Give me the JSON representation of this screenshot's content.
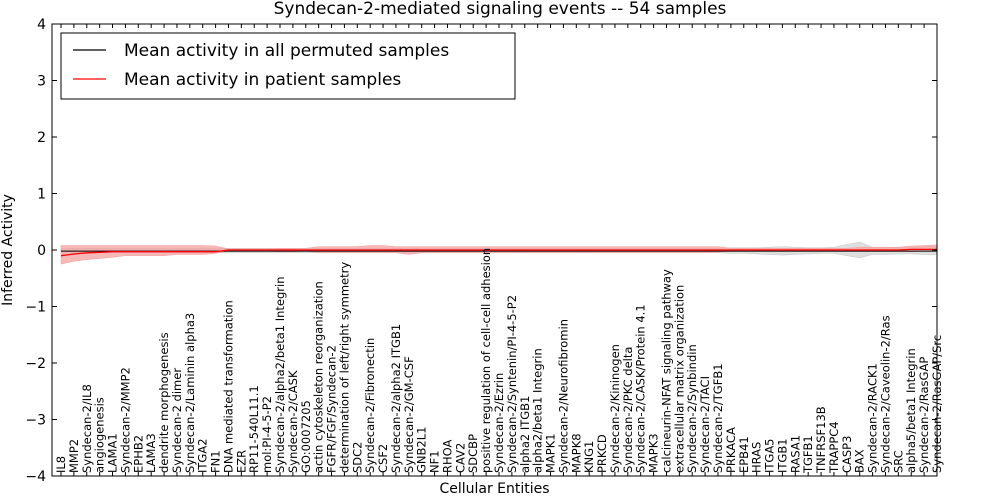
{
  "chart_data": {
    "type": "line",
    "title": "Syndecan-2-mediated signaling events -- 54 samples",
    "xlabel": "Cellular Entities",
    "ylabel": "Inferred Activity",
    "ylim": [
      -4,
      4
    ],
    "yticks": [
      -4,
      -3,
      -2,
      -1,
      0,
      1,
      2,
      3,
      4
    ],
    "grid": false,
    "legend_position": "top-left",
    "categories": [
      "IL8",
      "MMP2",
      "Syndecan-2/IL8",
      "angiogenesis",
      "LAMA1",
      "Syndecan-2/MMP2",
      "EPHB2",
      "LAMA3",
      "dendrite morphogenesis",
      "Syndecan-2 dimer",
      "Syndecan-2/Laminin alpha3",
      "ITGA2",
      "FN1",
      "DNA mediated transformation",
      "EZR",
      "RP11-540L11.1",
      "mol:PI-4-5-P2",
      "Syndecan-2/alpha2/beta1 Integrin",
      "Syndecan-2/CASK",
      "GO:0007205",
      "actin cytoskeleton reorganization",
      "FGFR/FGF/Syndecan-2",
      "determination of left/right symmetry",
      "SDC2",
      "Syndecan-2/Fibronectin",
      "CSF2",
      "Syndecan-2/alpha2 ITGB1",
      "Syndecan-2/GM-CSF",
      "GNB2L1",
      "NF1",
      "RHOA",
      "CAV2",
      "SDCBP",
      "positive regulation of cell-cell adhesion",
      "Syndecan-2/Ezrin",
      "Syndecan-2/Syntenin/PI-4-5-P2",
      "alpha2 ITGB1",
      "alpha2/beta1 Integrin",
      "MAPK1",
      "Syndecan-2/Neurofibromin",
      "MAPK8",
      "KNG1",
      "PRKCD",
      "Syndecan-2/Kininogen",
      "Syndecan-2/PKC delta",
      "Syndecan-2/CASK/Protein 4.1",
      "MAPK3",
      "calcineurin-NFAT signaling pathway",
      "extracellular matrix organization",
      "Syndecan-2/Synbindin",
      "Syndecan-2/TACI",
      "Syndecan-2/TGFB1",
      "PRKACA",
      "EPB41",
      "HRAS",
      "ITGA5",
      "ITGB1",
      "RASA1",
      "TGFB1",
      "TNFRSF13B",
      "TRAPPC4",
      "CASP3",
      "BAX",
      "Syndecan-2/RACK1",
      "Syndecan-2/Caveolin-2/Ras",
      "SRC",
      "alpha5/beta1 Integrin",
      "Syndecan-2/RasGAP",
      "Syndecan-2/RasGAP/Src"
    ],
    "series": [
      {
        "name": "Mean activity in all permuted samples",
        "color": "#000000",
        "band_color": "#c8c8c8",
        "values": [
          -0.02,
          -0.02,
          -0.02,
          -0.02,
          -0.02,
          -0.02,
          -0.02,
          -0.02,
          -0.02,
          -0.02,
          -0.02,
          -0.02,
          -0.02,
          -0.02,
          -0.02,
          -0.02,
          -0.02,
          -0.02,
          -0.02,
          -0.02,
          -0.02,
          -0.02,
          -0.02,
          -0.02,
          -0.02,
          -0.02,
          -0.02,
          -0.02,
          -0.02,
          -0.02,
          -0.02,
          -0.02,
          -0.02,
          -0.02,
          -0.02,
          -0.02,
          -0.02,
          -0.02,
          -0.02,
          -0.02,
          -0.02,
          -0.02,
          -0.02,
          -0.02,
          -0.02,
          -0.02,
          -0.02,
          -0.02,
          -0.02,
          -0.02,
          -0.02,
          -0.02,
          -0.02,
          -0.02,
          -0.02,
          -0.02,
          -0.02,
          -0.02,
          -0.02,
          -0.02,
          -0.02,
          -0.02,
          -0.02,
          -0.02,
          -0.02,
          -0.02,
          -0.02,
          -0.02,
          -0.02
        ],
        "lower": [
          -0.05,
          -0.05,
          -0.05,
          -0.05,
          -0.05,
          -0.05,
          -0.05,
          -0.05,
          -0.05,
          -0.05,
          -0.05,
          -0.05,
          -0.05,
          -0.05,
          -0.05,
          -0.05,
          -0.05,
          -0.05,
          -0.05,
          -0.05,
          -0.05,
          -0.05,
          -0.05,
          -0.05,
          -0.05,
          -0.05,
          -0.05,
          -0.05,
          -0.05,
          -0.05,
          -0.05,
          -0.05,
          -0.05,
          -0.05,
          -0.05,
          -0.05,
          -0.05,
          -0.05,
          -0.05,
          -0.05,
          -0.05,
          -0.05,
          -0.05,
          -0.05,
          -0.05,
          -0.05,
          -0.05,
          -0.05,
          -0.05,
          -0.05,
          -0.05,
          -0.05,
          -0.06,
          -0.06,
          -0.07,
          -0.08,
          -0.09,
          -0.08,
          -0.07,
          -0.06,
          -0.06,
          -0.1,
          -0.14,
          -0.08,
          -0.08,
          -0.07,
          -0.07,
          -0.08,
          -0.08
        ],
        "upper": [
          0.03,
          0.03,
          0.03,
          0.03,
          0.03,
          0.03,
          0.03,
          0.03,
          0.03,
          0.03,
          0.03,
          0.03,
          0.03,
          0.03,
          0.03,
          0.03,
          0.03,
          0.03,
          0.03,
          0.03,
          0.03,
          0.03,
          0.03,
          0.03,
          0.03,
          0.03,
          0.03,
          0.03,
          0.03,
          0.03,
          0.03,
          0.03,
          0.03,
          0.03,
          0.03,
          0.03,
          0.03,
          0.03,
          0.03,
          0.03,
          0.03,
          0.03,
          0.03,
          0.03,
          0.03,
          0.03,
          0.03,
          0.03,
          0.03,
          0.03,
          0.03,
          0.03,
          0.04,
          0.04,
          0.04,
          0.05,
          0.06,
          0.05,
          0.04,
          0.04,
          0.05,
          0.1,
          0.14,
          0.05,
          0.05,
          0.04,
          0.04,
          0.06,
          0.06
        ]
      },
      {
        "name": "Mean activity in patient samples",
        "color": "#ff0000",
        "band_color": "#f4a0a0",
        "values": [
          -0.1,
          -0.07,
          -0.05,
          -0.04,
          -0.03,
          -0.03,
          -0.03,
          -0.03,
          -0.03,
          -0.03,
          -0.03,
          -0.03,
          -0.03,
          0.0,
          0.0,
          0.0,
          0.0,
          0.0,
          0.0,
          0.0,
          0.0,
          0.0,
          0.0,
          0.0,
          0.0,
          0.0,
          0.0,
          0.0,
          0.0,
          0.0,
          0.0,
          0.0,
          0.0,
          0.0,
          0.0,
          0.0,
          0.0,
          0.0,
          0.0,
          0.0,
          0.0,
          0.0,
          0.0,
          0.0,
          0.0,
          0.0,
          0.0,
          0.0,
          0.0,
          0.0,
          0.0,
          0.0,
          0.0,
          0.0,
          0.0,
          0.0,
          0.0,
          0.0,
          0.0,
          0.0,
          0.0,
          0.0,
          0.0,
          0.0,
          0.0,
          0.0,
          0.01,
          0.01,
          0.01
        ],
        "lower": [
          -0.25,
          -0.2,
          -0.17,
          -0.15,
          -0.13,
          -0.1,
          -0.1,
          -0.1,
          -0.1,
          -0.08,
          -0.08,
          -0.08,
          -0.06,
          -0.02,
          -0.02,
          -0.02,
          -0.02,
          -0.03,
          -0.03,
          -0.02,
          -0.05,
          -0.05,
          -0.05,
          -0.05,
          -0.05,
          -0.05,
          -0.05,
          -0.08,
          -0.05,
          -0.05,
          -0.05,
          -0.05,
          -0.05,
          -0.05,
          -0.05,
          -0.05,
          -0.05,
          -0.05,
          -0.05,
          -0.05,
          -0.05,
          -0.05,
          -0.05,
          -0.05,
          -0.05,
          -0.05,
          -0.05,
          -0.05,
          -0.05,
          -0.05,
          -0.05,
          -0.04,
          -0.02,
          -0.02,
          -0.02,
          -0.02,
          -0.02,
          -0.02,
          -0.02,
          -0.02,
          -0.02,
          -0.02,
          -0.02,
          -0.02,
          -0.02,
          -0.02,
          -0.03,
          -0.02,
          -0.02
        ],
        "upper": [
          0.08,
          0.08,
          0.08,
          0.08,
          0.08,
          0.08,
          0.08,
          0.08,
          0.08,
          0.08,
          0.08,
          0.08,
          0.07,
          0.02,
          0.02,
          0.02,
          0.02,
          0.03,
          0.03,
          0.03,
          0.06,
          0.06,
          0.06,
          0.06,
          0.08,
          0.08,
          0.06,
          0.06,
          0.06,
          0.06,
          0.06,
          0.06,
          0.06,
          0.06,
          0.06,
          0.06,
          0.06,
          0.06,
          0.06,
          0.06,
          0.06,
          0.06,
          0.06,
          0.06,
          0.06,
          0.06,
          0.06,
          0.06,
          0.06,
          0.06,
          0.06,
          0.06,
          0.03,
          0.03,
          0.03,
          0.03,
          0.03,
          0.03,
          0.03,
          0.03,
          0.03,
          0.03,
          0.05,
          0.05,
          0.05,
          0.05,
          0.07,
          0.08,
          0.09
        ]
      }
    ]
  }
}
